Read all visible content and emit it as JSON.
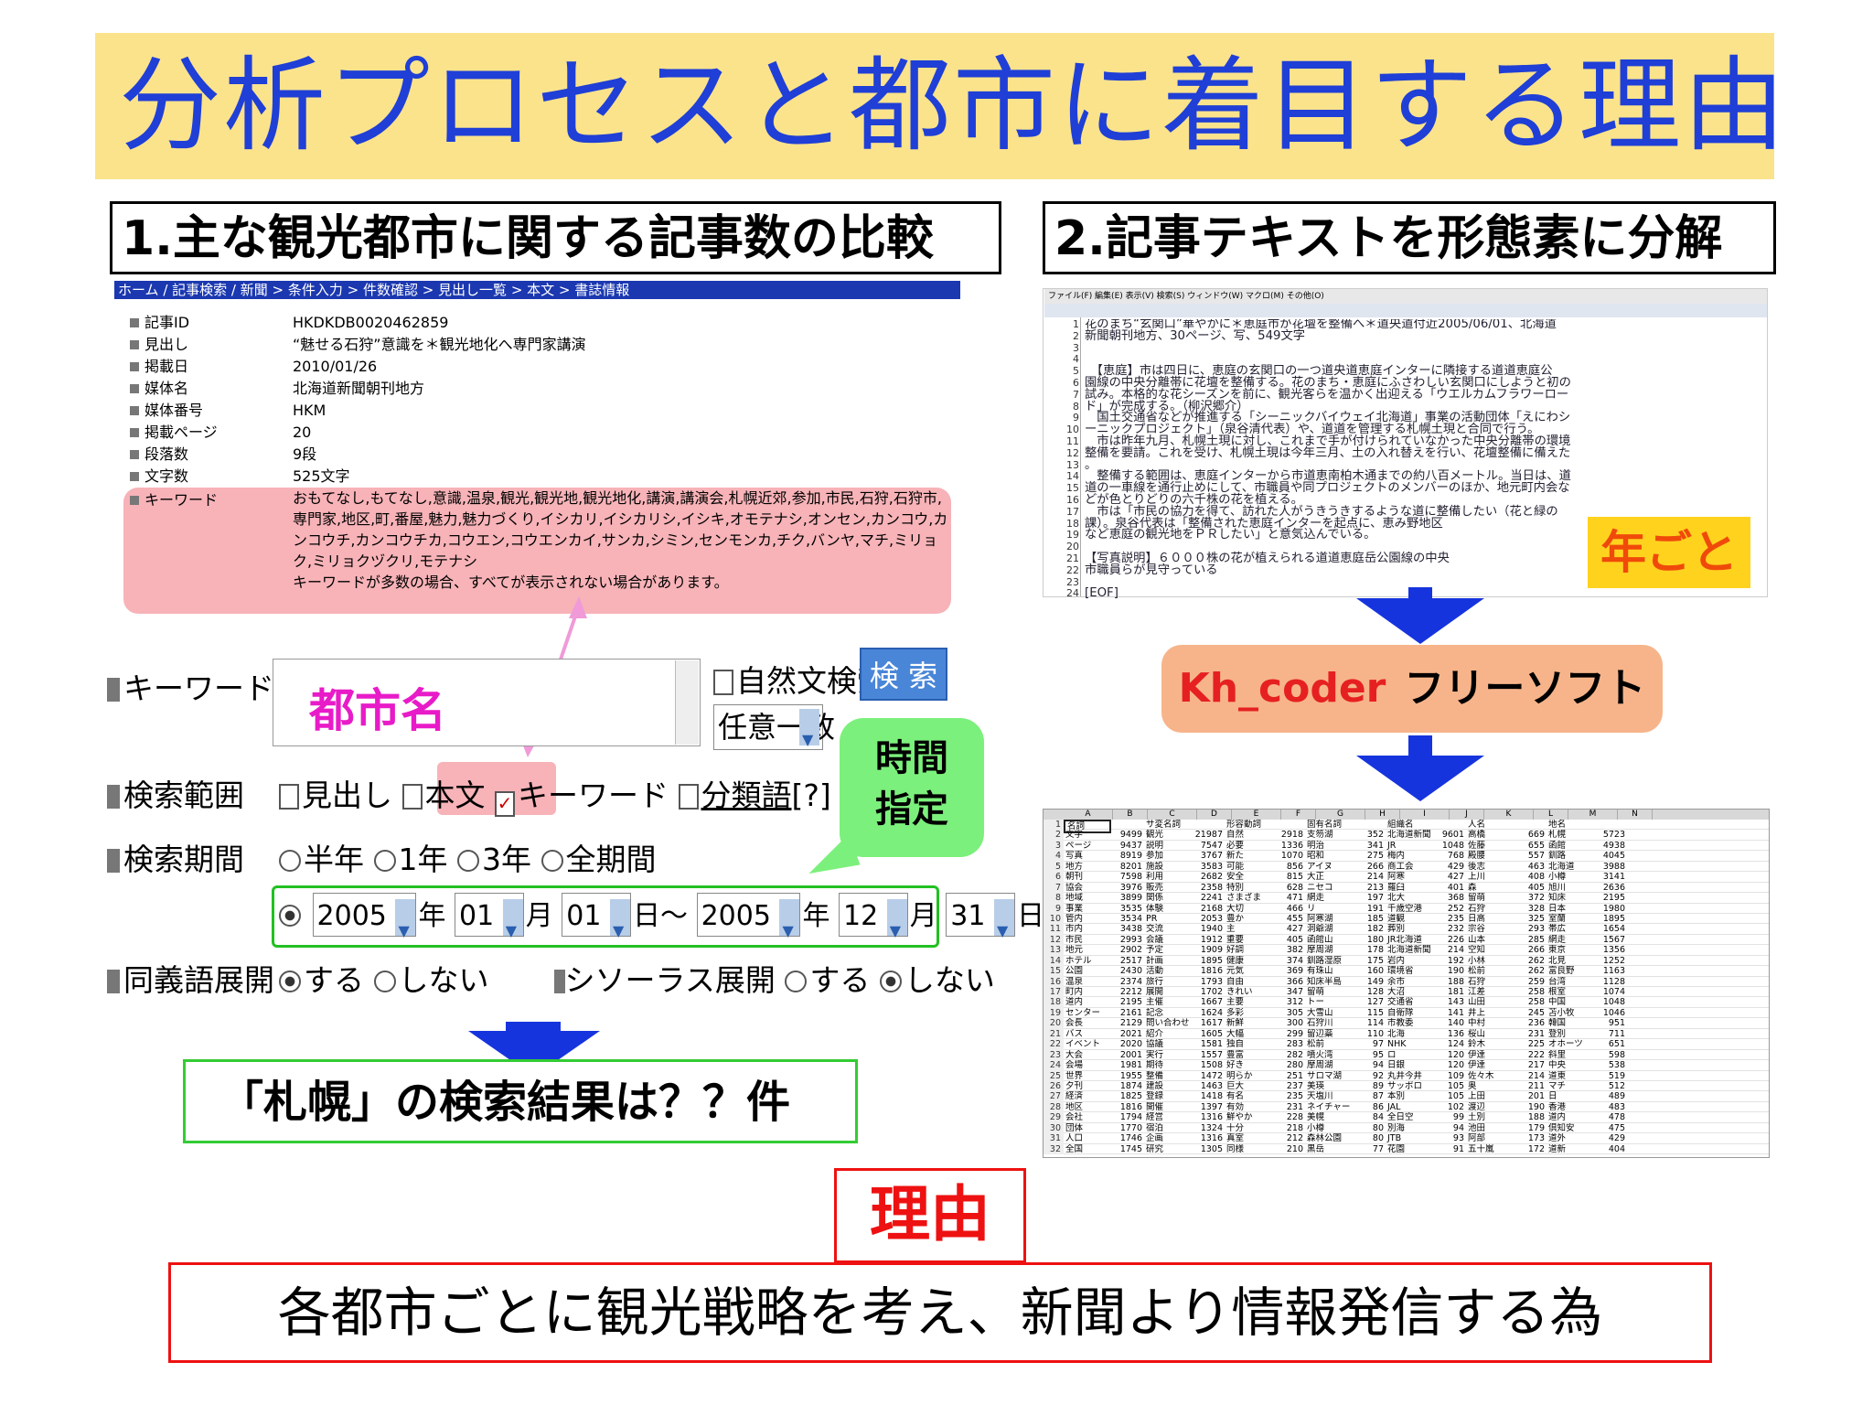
{
  "title": "分析プロセスと都市に着目する理由",
  "section1": "1.主な観光都市に関する記事数の比較",
  "section2": "2.記事テキストを形態素に分解",
  "breadcrumb": "ホーム / 記事検索 / 新聞 > 条件入力 > 件数確認 > 見出し一覧 > 本文 > 書誌情報",
  "record": [
    {
      "key": "記事ID",
      "value": "HKDKDB0020462859"
    },
    {
      "key": "見出し",
      "value": "“魅せる石狩”意識を＊観光地化へ専門家講演"
    },
    {
      "key": "掲載日",
      "value": "2010/01/26"
    },
    {
      "key": "媒体名",
      "value": "北海道新聞朝刊地方"
    },
    {
      "key": "媒体番号",
      "value": "HKM"
    },
    {
      "key": "掲載ページ",
      "value": "20"
    },
    {
      "key": "段落数",
      "value": "9段"
    },
    {
      "key": "文字数",
      "value": "525文字"
    }
  ],
  "keyword_label": "キーワード",
  "keyword_value": "おもてなし,もてなし,意識,温泉,観光,観光地,観光地化,講演,講演会,札幌近郊,参加,市民,石狩,石狩市,専門家,地区,町,番屋,魅力,魅力づくり,イシカリ,イシカリシ,イシキ,オモテナシ,オンセン,カンコウ,カンコウチ,カンコウチカ,コウエン,コウエンカイ,サンカ,シミン,センモンカ,チク,バンヤ,マチ,ミリョク,ミリョクヅクリ,モテナシ",
  "keyword_note": "キーワードが多数の場合、すべてが表示されない場合があります。",
  "form": {
    "keyword": "キーワード",
    "city_placeholder": "都市名",
    "natural": "自然文検索",
    "search": "検 索",
    "match": "任意一致",
    "range_label": "検索範囲",
    "range_opts": [
      "見出し",
      "本文",
      "キーワード",
      "分類語"
    ],
    "range_help": "[?]",
    "period_label": "検索期間",
    "period_opts": [
      "半年",
      "1年",
      "3年",
      "全期間"
    ],
    "date": {
      "y1": "2005",
      "m1": "01",
      "d1": "01",
      "y2": "2005",
      "m2": "12",
      "d2": "31",
      "nen": "年",
      "tsuki": "月",
      "hi": "日",
      "tilde": "日～"
    },
    "syn_label": "同義語展開",
    "do": "する",
    "dont": "しない",
    "thesaurus": "シソーラス展開"
  },
  "bubble": [
    "時間",
    "指定"
  ],
  "result": "「札幌」の検索結果は？？件",
  "editor": {
    "menu": "ファイル(F)  編集(E)  表示(V)  検索(S)  ウィンドウ(W)  マクロ(M)  その他(O)",
    "lines": [
      "花のまち“玄関口”華やかに＊恵庭市が花壇を整備へ＊道央道付近2005/06/01、北海道",
      "新聞朝刊地方、30ページ、写、549文字",
      "",
      "",
      "　【恵庭】市は四日に、恵庭の玄関口の一つ道央道恵庭インターに隣接する道道恵庭公",
      "園線の中央分離帯に花壇を整備する。花のまち・恵庭にふさわしい玄関口にしようと初の",
      "試み。本格的な花シーズンを前に、観光客らを温かく出迎える「ウエルカムフラワーロー",
      "ド」が完成する。（柳沢郷介）",
      "　国土交通省などが推進する「シーニックバイウェイ北海道」事業の活動団体「えにわシ",
      "ーニックプロジェクト」（泉谷清代表）や、道道を管理する札幌土現と合同で行う。",
      "　市は昨年九月、札幌土現に対し、これまで手が付けられていなかった中央分離帯の環境",
      "整備を要請。これを受け、札幌土現は今年三月、土の入れ替えを行い、花壇整備に備えた",
      "。",
      "　整備する範囲は、恵庭インターから市道恵南柏木通までの約八百メートル。当日は、道",
      "道の一車線を通行止めにして、市職員や同プロジェクトのメンバーのほか、地元町内会な",
      "どが色とりどりの六千株の花を植える。",
      "　市は「市民の協力を得て、訪れた人がうきうきするような道に整備したい（花と緑の",
      "課）。泉谷代表は「整備された恵庭インターを起点に、恵み野地区",
      "など恵庭の観光地をＰＲしたい」と意気込んでいる。",
      "",
      "【写真説明】６０００株の花が植えられる道道恵庭岳公園線の中央",
      "市職員らが見守っている",
      "",
      "[EOF]"
    ]
  },
  "nengoto": "年ごと",
  "kh_en": "Kh_coder",
  "kh_jp": "フリーソフト",
  "sheet": {
    "cols": [
      "A",
      "B",
      "C",
      "D",
      "E",
      "F",
      "G",
      "H",
      "I",
      "J",
      "K",
      "L",
      "M",
      "N"
    ],
    "header": [
      "名詞",
      "",
      "サ変名詞",
      "",
      "形容動詞",
      "",
      "固有名詞",
      "",
      "組織名",
      "",
      "人名",
      "",
      "地名",
      ""
    ],
    "rows": [
      [
        "文字",
        "9499",
        "観光",
        "21987",
        "自然",
        "2918",
        "支笏湖",
        "352",
        "北海道新聞",
        "9601",
        "高橋",
        "669",
        "札幌",
        "5723"
      ],
      [
        "ページ",
        "9437",
        "説明",
        "7547",
        "必要",
        "1336",
        "明治",
        "341",
        "JR",
        "1048",
        "佐藤",
        "655",
        "函館",
        "4938"
      ],
      [
        "写真",
        "8919",
        "参加",
        "3767",
        "新た",
        "1070",
        "昭和",
        "275",
        "梅内",
        "768",
        "殿腰",
        "557",
        "釧路",
        "4045"
      ],
      [
        "地方",
        "8201",
        "施設",
        "3583",
        "可能",
        "856",
        "アイヌ",
        "266",
        "商工会",
        "429",
        "後志",
        "463",
        "北海道",
        "3988"
      ],
      [
        "朝刊",
        "7598",
        "利用",
        "2682",
        "安全",
        "815",
        "大正",
        "214",
        "阿寒",
        "427",
        "上川",
        "408",
        "小樽",
        "3141"
      ],
      [
        "協会",
        "3976",
        "販売",
        "2358",
        "特別",
        "628",
        "ニセコ",
        "213",
        "羅臼",
        "401",
        "森",
        "405",
        "旭川",
        "2636"
      ],
      [
        "地域",
        "3899",
        "関係",
        "2241",
        "さまざま",
        "471",
        "網走",
        "197",
        "北大",
        "368",
        "留萌",
        "372",
        "知床",
        "2195"
      ],
      [
        "事業",
        "3535",
        "体験",
        "2168",
        "大切",
        "466",
        "リ",
        "191",
        "千歳空港",
        "252",
        "石狩",
        "328",
        "日本",
        "1980"
      ],
      [
        "管内",
        "3534",
        "PR",
        "2053",
        "豊か",
        "455",
        "阿寒湖",
        "185",
        "道観",
        "235",
        "日高",
        "325",
        "室蘭",
        "1895"
      ],
      [
        "市内",
        "3438",
        "交流",
        "1940",
        "主",
        "427",
        "洞爺湖",
        "182",
        "葬別",
        "232",
        "宗谷",
        "293",
        "帯広",
        "1654"
      ],
      [
        "市民",
        "2993",
        "会議",
        "1912",
        "重要",
        "405",
        "函館山",
        "180",
        "JR北海道",
        "226",
        "山本",
        "285",
        "網走",
        "1567"
      ],
      [
        "地元",
        "2902",
        "予定",
        "1909",
        "好調",
        "382",
        "摩周湖",
        "178",
        "北海道新聞",
        "214",
        "空知",
        "266",
        "東京",
        "1356"
      ],
      [
        "ホテル",
        "2517",
        "計画",
        "1895",
        "健康",
        "374",
        "釧路湿原",
        "175",
        "岩内",
        "192",
        "小林",
        "262",
        "北見",
        "1252"
      ],
      [
        "公園",
        "2430",
        "活動",
        "1816",
        "元気",
        "369",
        "有珠山",
        "160",
        "環境省",
        "190",
        "松前",
        "262",
        "富良野",
        "1163"
      ],
      [
        "温泉",
        "2374",
        "旅行",
        "1793",
        "自由",
        "366",
        "知床半島",
        "149",
        "余市",
        "188",
        "石狩",
        "259",
        "台湾",
        "1128"
      ],
      [
        "町内",
        "2212",
        "展開",
        "1702",
        "きれい",
        "347",
        "留萌",
        "128",
        "大沼",
        "181",
        "江差",
        "258",
        "根室",
        "1074"
      ],
      [
        "道内",
        "2195",
        "主催",
        "1667",
        "主要",
        "312",
        "トー",
        "127",
        "交通省",
        "143",
        "山田",
        "258",
        "中国",
        "1048"
      ],
      [
        "センター",
        "2161",
        "記念",
        "1624",
        "多彩",
        "305",
        "大雪山",
        "115",
        "自衛隊",
        "141",
        "井上",
        "245",
        "苫小牧",
        "1046"
      ],
      [
        "会長",
        "2129",
        "問い合わせ",
        "1617",
        "新鮮",
        "300",
        "石狩川",
        "114",
        "市教委",
        "140",
        "中村",
        "236",
        "韓国",
        "951"
      ],
      [
        "バス",
        "2021",
        "紹介",
        "1605",
        "大幅",
        "299",
        "留辺蘂",
        "110",
        "北海",
        "136",
        "桜山",
        "231",
        "登別",
        "711"
      ],
      [
        "イベント",
        "2020",
        "協議",
        "1581",
        "独自",
        "283",
        "松前",
        "97",
        "NHK",
        "124",
        "鈴木",
        "225",
        "オホーツ",
        "651"
      ],
      [
        "大会",
        "2001",
        "実行",
        "1557",
        "豊富",
        "282",
        "噴火湾",
        "95",
        "ロ",
        "120",
        "伊達",
        "222",
        "斜里",
        "598"
      ],
      [
        "会場",
        "1981",
        "期待",
        "1508",
        "好き",
        "280",
        "摩周湖",
        "94",
        "日銀",
        "120",
        "伊達",
        "217",
        "中央",
        "538"
      ],
      [
        "世界",
        "1955",
        "整備",
        "1472",
        "明らか",
        "251",
        "サロマ湖",
        "92",
        "丸井今井",
        "109",
        "佐々木",
        "214",
        "道東",
        "519"
      ],
      [
        "夕刊",
        "1874",
        "建設",
        "1463",
        "巨大",
        "237",
        "美瑛",
        "89",
        "サッポロ",
        "105",
        "奥",
        "211",
        "マチ",
        "512"
      ],
      [
        "経済",
        "1825",
        "登録",
        "1418",
        "有名",
        "235",
        "天塩川",
        "87",
        "本別",
        "105",
        "上田",
        "201",
        "日",
        "489"
      ],
      [
        "地区",
        "1816",
        "開催",
        "1397",
        "有効",
        "231",
        "ネイチャー",
        "86",
        "JAL",
        "102",
        "渡辺",
        "190",
        "香港",
        "483"
      ],
      [
        "会社",
        "1794",
        "経営",
        "1316",
        "鮮やか",
        "228",
        "美幌",
        "84",
        "全日空",
        "99",
        "土別",
        "188",
        "道内",
        "478"
      ],
      [
        "団体",
        "1770",
        "宿泊",
        "1324",
        "十分",
        "218",
        "小樽",
        "80",
        "別海",
        "94",
        "池田",
        "179",
        "倶知安",
        "475"
      ],
      [
        "人口",
        "1746",
        "企画",
        "1316",
        "真室",
        "212",
        "森林公園",
        "80",
        "JTB",
        "93",
        "阿部",
        "173",
        "道外",
        "429"
      ],
      [
        "全国",
        "1745",
        "研究",
        "1305",
        "同様",
        "210",
        "黒岳",
        "77",
        "花園",
        "91",
        "五十嵐",
        "172",
        "道新",
        "404"
      ]
    ]
  },
  "reason": "理由",
  "conclusion": "各都市ごとに観光戦略を考え、新聞より情報発信する為",
  "colors": {
    "title_bg": "#fbe38c",
    "title_fg": "#1f3fd6",
    "arrow": "#1634dd",
    "red": "#e11111",
    "green": "#33cc33",
    "pink": "#f7b3b8"
  }
}
